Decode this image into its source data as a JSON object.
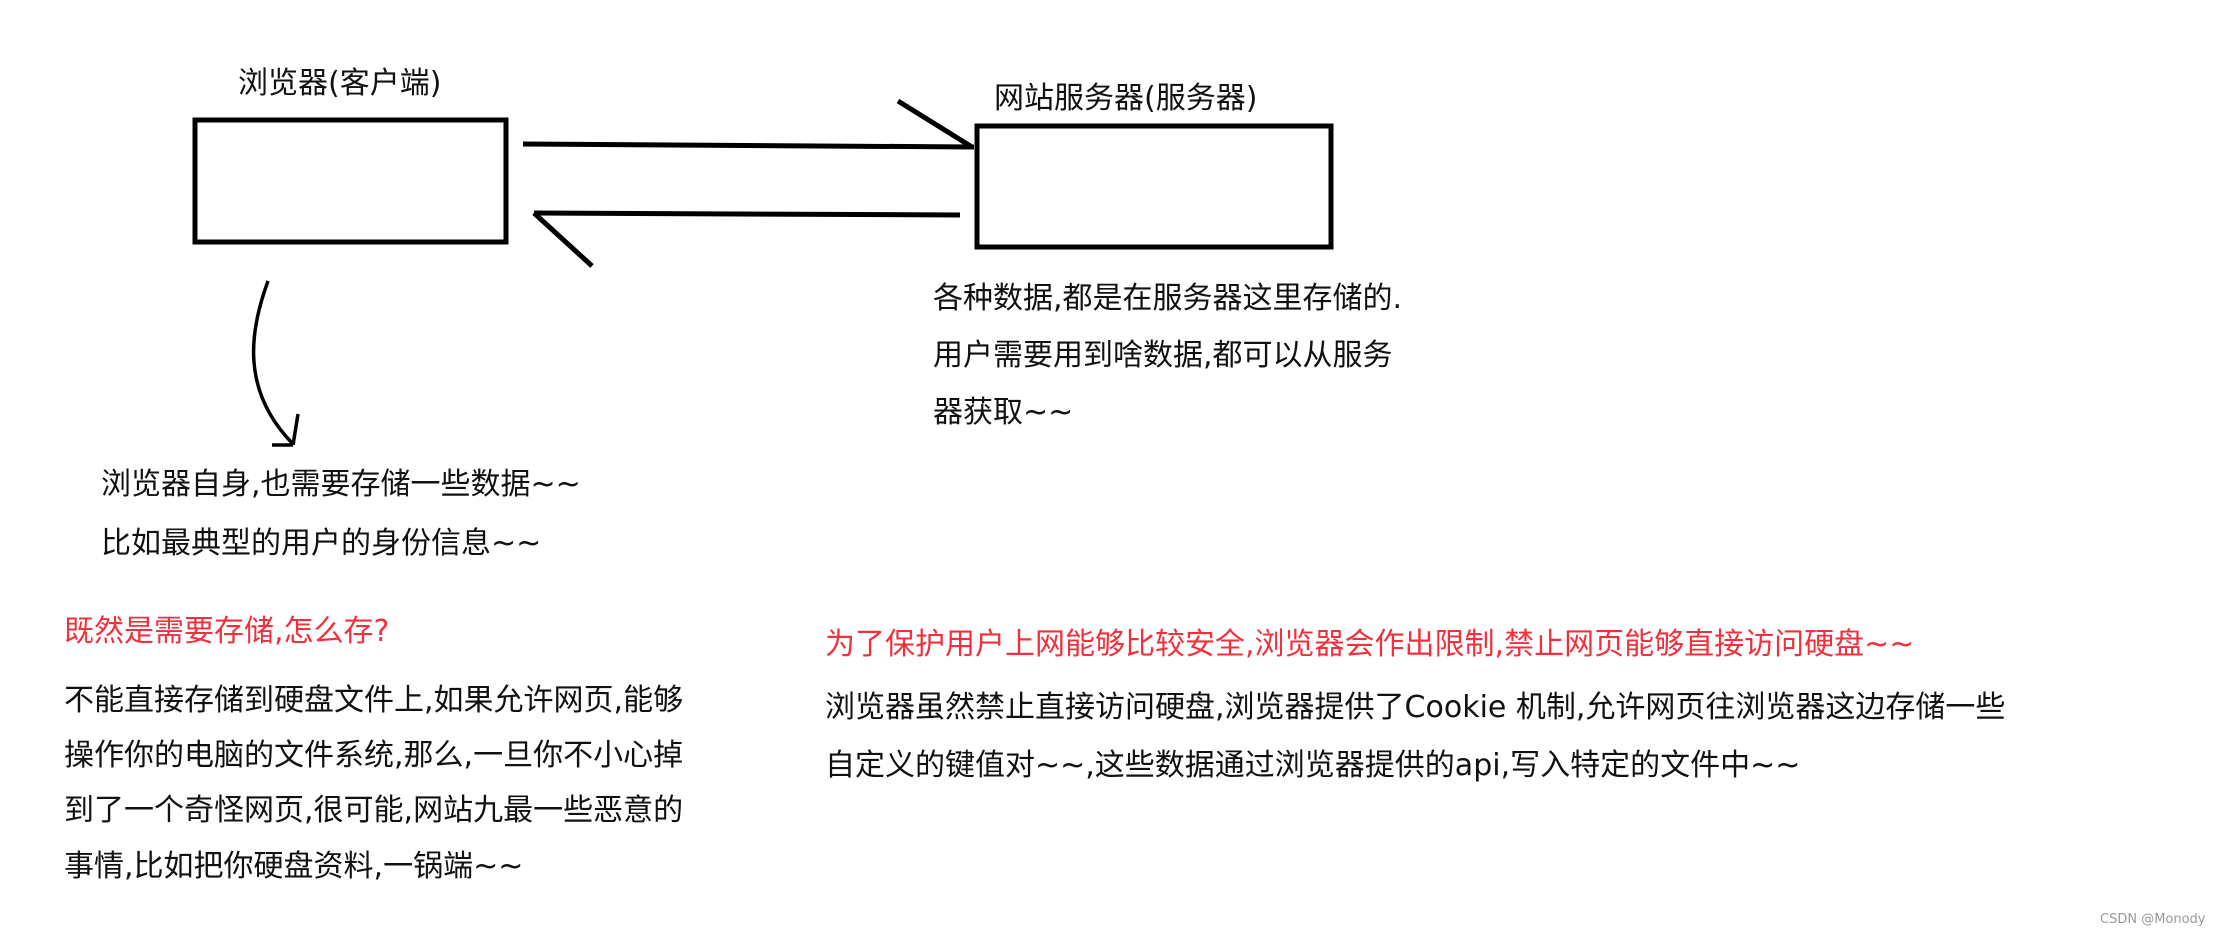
{
  "diagram": {
    "client_label": "浏览器(客户端)",
    "server_label": "网站服务器(服务器)",
    "server_note": [
      "各种数据,都是在服务器这里存储的.",
      "用户需要用到啥数据,都可以从服务",
      "器获取~~"
    ],
    "client_note": [
      "浏览器自身,也需要存储一些数据~~",
      "比如最典型的用户的身份信息~~"
    ]
  },
  "left_section": {
    "question": "既然是需要存储,怎么存?",
    "body": [
      "不能直接存储到硬盘文件上,如果允许网页,能够",
      "操作你的电脑的文件系统,那么,一旦你不小心掉",
      "到了一个奇怪网页,很可能,网站九最一些恶意的",
      "事情,比如把你硬盘资料,一锅端~~"
    ]
  },
  "right_section": {
    "heading": "为了保护用户上网能够比较安全,浏览器会作出限制,禁止网页能够直接访问硬盘~~",
    "body": [
      "浏览器虽然禁止直接访问硬盘,浏览器提供了Cookie 机制,允许网页往浏览器这边存储一些",
      "自定义的键值对~~,这些数据通过浏览器提供的api,写入特定的文件中~~"
    ]
  },
  "watermark": "CSDN @Monody",
  "colors": {
    "accent_red": "#f0313d",
    "ink": "#000000"
  }
}
